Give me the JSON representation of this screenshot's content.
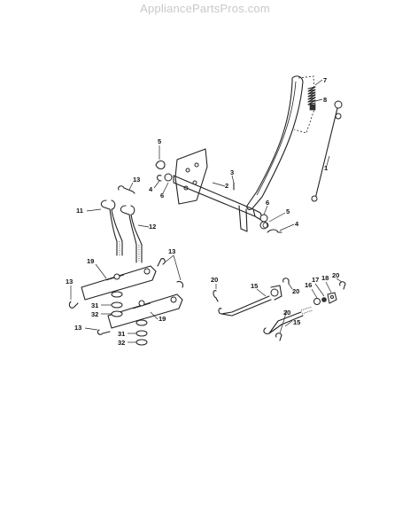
{
  "header": {
    "watermark": "AppliancePartsPros.com"
  },
  "callouts": [
    {
      "id": "c-7",
      "label": "7"
    },
    {
      "id": "c-8",
      "label": "8"
    },
    {
      "id": "c-1",
      "label": "1"
    },
    {
      "id": "c-5a",
      "label": "5"
    },
    {
      "id": "c-3",
      "label": "3"
    },
    {
      "id": "c-2",
      "label": "2"
    },
    {
      "id": "c-4a",
      "label": "4"
    },
    {
      "id": "c-6a",
      "label": "6"
    },
    {
      "id": "c-6b",
      "label": "6"
    },
    {
      "id": "c-5b",
      "label": "5"
    },
    {
      "id": "c-4b",
      "label": "4"
    },
    {
      "id": "c-13a",
      "label": "13"
    },
    {
      "id": "c-11",
      "label": "11"
    },
    {
      "id": "c-12",
      "label": "12"
    },
    {
      "id": "c-13b",
      "label": "13"
    },
    {
      "id": "c-19a",
      "label": "19"
    },
    {
      "id": "c-13c",
      "label": "13"
    },
    {
      "id": "c-31a",
      "label": "31"
    },
    {
      "id": "c-32a",
      "label": "32"
    },
    {
      "id": "c-19b",
      "label": "19"
    },
    {
      "id": "c-13d",
      "label": "13"
    },
    {
      "id": "c-31b",
      "label": "31"
    },
    {
      "id": "c-32b",
      "label": "32"
    },
    {
      "id": "c-20a",
      "label": "20"
    },
    {
      "id": "c-15a",
      "label": "15"
    },
    {
      "id": "c-20b",
      "label": "20"
    },
    {
      "id": "c-16",
      "label": "16"
    },
    {
      "id": "c-17",
      "label": "17"
    },
    {
      "id": "c-18",
      "label": "18"
    },
    {
      "id": "c-20c",
      "label": "20"
    },
    {
      "id": "c-20d",
      "label": "20"
    },
    {
      "id": "c-15b",
      "label": "15"
    }
  ]
}
